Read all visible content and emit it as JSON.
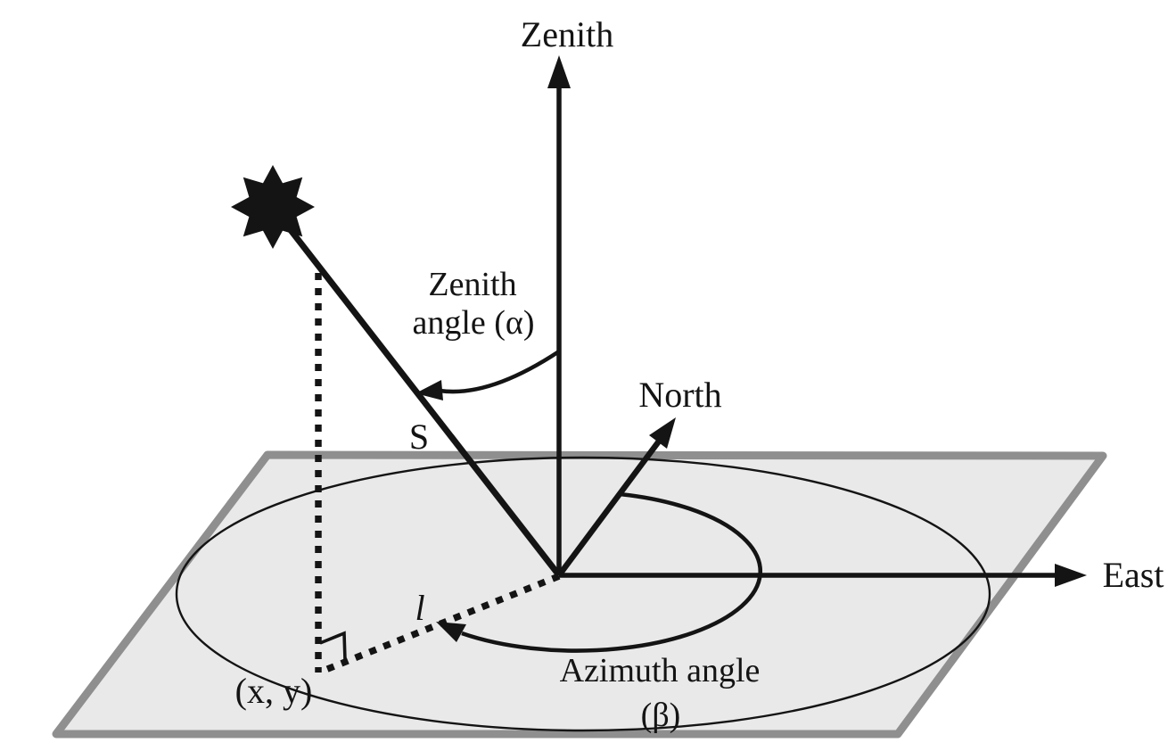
{
  "diagram": {
    "type": "solar-position-geometry-figure",
    "labels": {
      "zenith_axis": "Zenith",
      "north_axis": "North",
      "east_axis": "East",
      "zenith_angle_line1": "Zenith",
      "zenith_angle_line2": "angle (α)",
      "azimuth_angle_line1": "Azimuth angle",
      "azimuth_angle_line2": "(β)",
      "sun_vector": "S",
      "projection_vector": "l",
      "projection_point": "(x, y)"
    },
    "icons": {
      "sun": {
        "name": "sun-icon",
        "unicode": "☀"
      }
    },
    "colors": {
      "ink": "#141414",
      "plane_fill": "#e9e9e9",
      "plane_border": "#8f8f8f",
      "background": "#ffffff"
    }
  }
}
